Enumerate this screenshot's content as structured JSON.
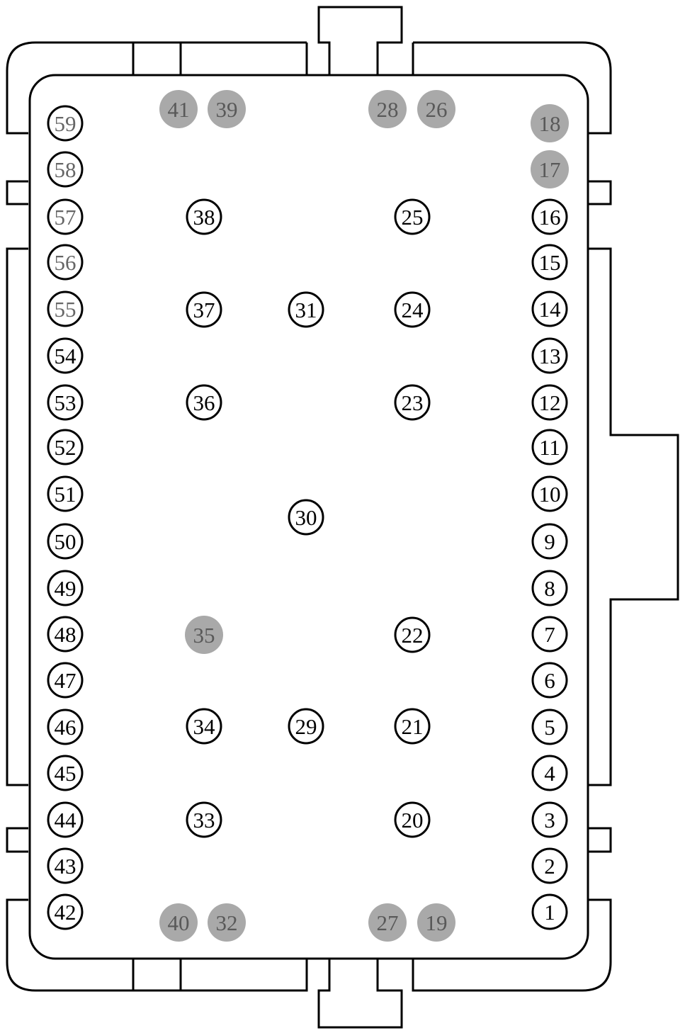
{
  "diagram": {
    "pins": [
      {
        "label": "1",
        "style": "open"
      },
      {
        "label": "2",
        "style": "open"
      },
      {
        "label": "3",
        "style": "open"
      },
      {
        "label": "4",
        "style": "open"
      },
      {
        "label": "5",
        "style": "open"
      },
      {
        "label": "6",
        "style": "open"
      },
      {
        "label": "7",
        "style": "open"
      },
      {
        "label": "8",
        "style": "open"
      },
      {
        "label": "9",
        "style": "open"
      },
      {
        "label": "10",
        "style": "open"
      },
      {
        "label": "11",
        "style": "open"
      },
      {
        "label": "12",
        "style": "open"
      },
      {
        "label": "13",
        "style": "open"
      },
      {
        "label": "14",
        "style": "open"
      },
      {
        "label": "15",
        "style": "open"
      },
      {
        "label": "16",
        "style": "open"
      },
      {
        "label": "17",
        "style": "filled"
      },
      {
        "label": "18",
        "style": "filled"
      },
      {
        "label": "19",
        "style": "filled"
      },
      {
        "label": "20",
        "style": "open"
      },
      {
        "label": "21",
        "style": "open"
      },
      {
        "label": "22",
        "style": "open"
      },
      {
        "label": "23",
        "style": "open"
      },
      {
        "label": "24",
        "style": "open"
      },
      {
        "label": "25",
        "style": "open"
      },
      {
        "label": "26",
        "style": "filled"
      },
      {
        "label": "27",
        "style": "filled"
      },
      {
        "label": "28",
        "style": "filled"
      },
      {
        "label": "29",
        "style": "open"
      },
      {
        "label": "30",
        "style": "open"
      },
      {
        "label": "31",
        "style": "open"
      },
      {
        "label": "32",
        "style": "filled"
      },
      {
        "label": "33",
        "style": "open"
      },
      {
        "label": "34",
        "style": "open"
      },
      {
        "label": "35",
        "style": "filled"
      },
      {
        "label": "36",
        "style": "open"
      },
      {
        "label": "37",
        "style": "open"
      },
      {
        "label": "38",
        "style": "open"
      },
      {
        "label": "39",
        "style": "filled"
      },
      {
        "label": "40",
        "style": "filled"
      },
      {
        "label": "41",
        "style": "filled"
      },
      {
        "label": "42",
        "style": "open"
      },
      {
        "label": "43",
        "style": "open"
      },
      {
        "label": "44",
        "style": "open"
      },
      {
        "label": "45",
        "style": "open"
      },
      {
        "label": "46",
        "style": "open"
      },
      {
        "label": "47",
        "style": "open"
      },
      {
        "label": "48",
        "style": "open"
      },
      {
        "label": "49",
        "style": "open"
      },
      {
        "label": "50",
        "style": "open"
      },
      {
        "label": "51",
        "style": "open"
      },
      {
        "label": "52",
        "style": "open"
      },
      {
        "label": "53",
        "style": "open"
      },
      {
        "label": "54",
        "style": "open"
      },
      {
        "label": "55",
        "style": "open-muted"
      },
      {
        "label": "56",
        "style": "open-muted"
      },
      {
        "label": "57",
        "style": "open-muted"
      },
      {
        "label": "58",
        "style": "open-muted"
      },
      {
        "label": "59",
        "style": "open-muted"
      }
    ],
    "colors": {
      "outline": "#000000",
      "open_fill": "#ffffff",
      "open_text": "#000000",
      "muted_text": "#666666",
      "filled_fill": "#a9a9a9",
      "filled_text": "#595959"
    }
  }
}
